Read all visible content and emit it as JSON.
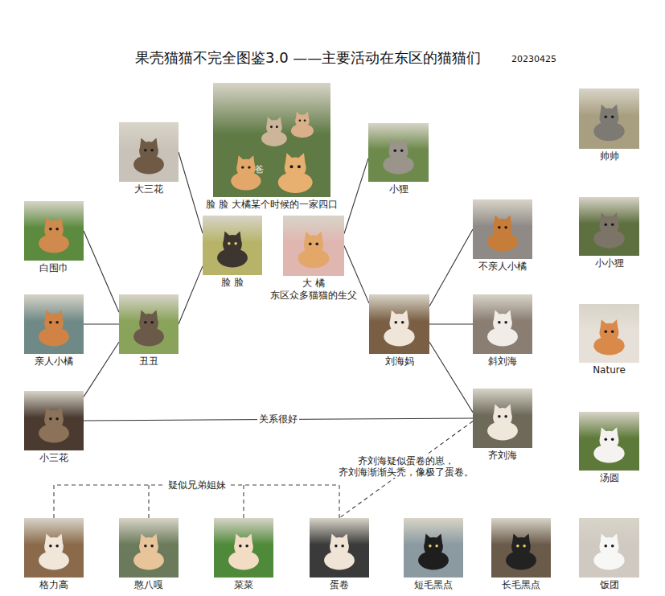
{
  "diagram": {
    "title": "果壳猫猫不完全图鉴3.0 ——主要活动在东区的猫猫们",
    "nodes": [
      {
        "text": [
          "脸 脸 大橘某个时候的一家四口"
        ]
      },
      {
        "text": [
          "帅帅"
        ]
      },
      {
        "text": [
          "大三花"
        ]
      },
      {
        "text": [
          "小狸"
        ]
      },
      {
        "text": [
          "小小狸"
        ]
      },
      {
        "text": [
          "不亲人小橘"
        ]
      },
      {
        "text": [
          "白围巾"
        ]
      },
      {
        "text": [
          "脸 脸"
        ]
      },
      {
        "text": [
          "大 橘",
          "东区众多猫猫的生父"
        ]
      },
      {
        "text": [
          "亲人小橘"
        ]
      },
      {
        "text": [
          "丑丑"
        ]
      },
      {
        "text": [
          "刘海妈"
        ]
      },
      {
        "text": [
          "斜刘海"
        ]
      },
      {
        "text": [
          "Nature"
        ]
      },
      {
        "text": [
          "小三花"
        ]
      },
      {
        "text": [
          "齐刘海"
        ]
      },
      {
        "text": [
          "汤圆"
        ]
      },
      {
        "text": [
          "格力高"
        ]
      },
      {
        "text": [
          "憨八嘎"
        ]
      },
      {
        "text": [
          "菜菜"
        ]
      },
      {
        "text": [
          "蛋卷"
        ]
      },
      {
        "text": [
          "短毛黑点"
        ]
      },
      {
        "text": [
          "长毛黑点"
        ]
      },
      {
        "text": [
          "饭团"
        ]
      }
    ],
    "edges": [
      {
        "from": 2,
        "to": 7,
        "arrow": "none"
      },
      {
        "from": 6,
        "to": 10,
        "arrow": "none"
      },
      {
        "from": 9,
        "to": 10,
        "arrow": "none"
      },
      {
        "from": 14,
        "to": 10,
        "arrow": "none"
      },
      {
        "from": 10,
        "to": 7,
        "arrow": "none"
      },
      {
        "from": 3,
        "to": 8,
        "arrow": "none"
      },
      {
        "from": 8,
        "to": 11,
        "arrow": "none"
      },
      {
        "from": 11,
        "to": 5,
        "arrow": "none"
      },
      {
        "from": 11,
        "to": 12,
        "arrow": "none"
      },
      {
        "from": 11,
        "to": 15,
        "arrow": "none"
      },
      {
        "from": 14,
        "to": 15,
        "label": "关系很好",
        "arrow": "none"
      },
      {
        "from": 15,
        "to": 20,
        "label": "齐刘海疑似蛋卷的崽， 齐刘海渐渐头秃，像极了蛋卷。",
        "arrow": "none"
      }
    ],
    "labels": [
      "20230425",
      "爸",
      "疑似兄弟姐妹"
    ]
  }
}
